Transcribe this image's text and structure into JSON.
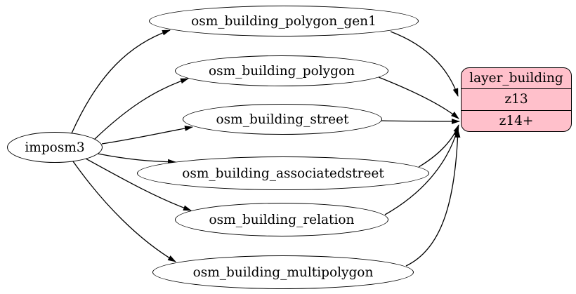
{
  "diagram": {
    "kind": "graphviz-dependency-diagram",
    "background_color": "#ffffff",
    "edge_color": "#000000",
    "table_node_fill": "#ffffff",
    "layer_node_fill": "#ffc0cb",
    "border_color": "#000000",
    "nodes": {
      "source": {
        "label": "imposm3"
      },
      "tables": [
        {
          "label": "osm_building_polygon_gen1"
        },
        {
          "label": "osm_building_polygon"
        },
        {
          "label": "osm_building_street"
        },
        {
          "label": "osm_building_associatedstreet"
        },
        {
          "label": "osm_building_relation"
        },
        {
          "label": "osm_building_multipolygon"
        }
      ],
      "layer": {
        "title": "layer_building",
        "zoom_rows": [
          "z13",
          "z14+"
        ]
      }
    },
    "edges": [
      {
        "from": "imposm3",
        "to": "osm_building_polygon_gen1"
      },
      {
        "from": "imposm3",
        "to": "osm_building_polygon"
      },
      {
        "from": "imposm3",
        "to": "osm_building_street"
      },
      {
        "from": "imposm3",
        "to": "osm_building_associatedstreet"
      },
      {
        "from": "imposm3",
        "to": "osm_building_relation"
      },
      {
        "from": "imposm3",
        "to": "osm_building_multipolygon"
      },
      {
        "from": "osm_building_polygon_gen1",
        "to": "layer_building:z13"
      },
      {
        "from": "osm_building_polygon",
        "to": "layer_building:z14+"
      },
      {
        "from": "osm_building_street",
        "to": "layer_building:z14+"
      },
      {
        "from": "osm_building_associatedstreet",
        "to": "layer_building:z14+"
      },
      {
        "from": "osm_building_relation",
        "to": "layer_building:z14+"
      },
      {
        "from": "osm_building_multipolygon",
        "to": "layer_building:z14+"
      }
    ]
  }
}
